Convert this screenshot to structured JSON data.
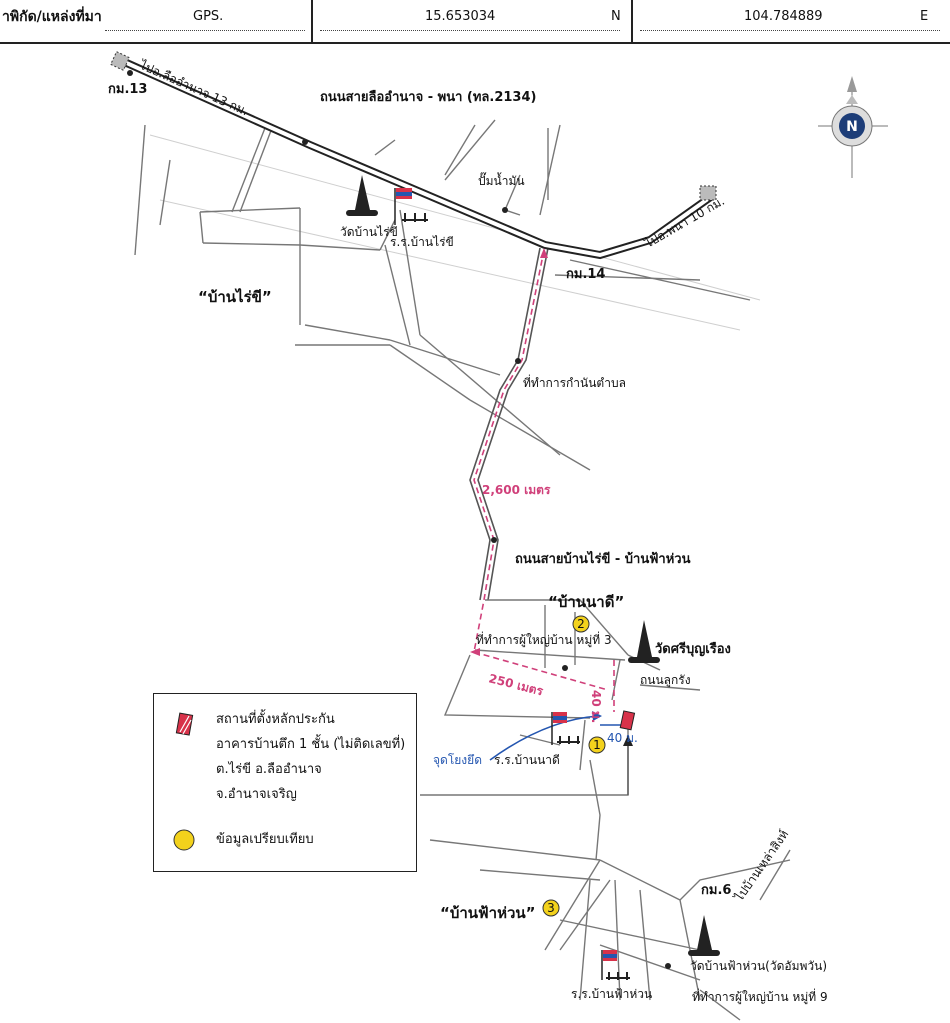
{
  "header": {
    "label": "าพิกัด/แหล่งที่มา",
    "source": "GPS.",
    "lat": "15.653034",
    "lat_dir": "N",
    "lon": "104.784889",
    "lon_dir": "E"
  },
  "map": {
    "compass": "N",
    "roads": {
      "main_road": "ถนนสายลืออำนาจ - พนา (ทล.2134)",
      "to_lueamnat": "ไปอ.ลืออำนาจ 13 กม.",
      "to_phana": "ไปอ.พนา 10 กม.",
      "km13": "กม.13",
      "km14": "กม.14",
      "secondary_road": "ถนนสายบ้านไร่ขี - บ้านฟ้าห่วน",
      "local_road": "ถนนลูกรัง",
      "km6": "กม.6",
      "to_nong_phue": "ไปบ้านเหล่าสิงห์"
    },
    "villages": {
      "rai_khi": "“บ้านไร่ขี”",
      "na_di": "“บ้านนาดี”",
      "fa_huan": "“บ้านฟ้าห่วน”"
    },
    "places": {
      "wat_rai_khi": "วัดบ้านไร่ขี",
      "school_rai_khi": "ร.ร.บ้านไร่ขี",
      "gas_station": "ปั๊มน้ำมัน",
      "kamnan_office": "ที่ทำการกำนันตำบล",
      "headman_office_3": "ที่ทำการผู้ใหญ่บ้าน หมู่ที่ 3",
      "wat_na_di": "วัดศรีบุญเรือง",
      "school_na_di": "ร.ร.บ้านนาดี",
      "landmark": "จุดโยงยึด",
      "wat_fa_huan": "วัดบ้านฟ้าห่วน(วัดอัมพวัน)",
      "school_fa_huan": "ร.ร.บ้านฟ้าห่วน",
      "headman_office_9": "ที่ทำการผู้ใหญ่บ้าน หมู่ที่ 9"
    },
    "distances": {
      "d2600": "2,600 เมตร",
      "d250": "250 เมตร",
      "d40a": "40 ม.",
      "d40b": "40 ม."
    },
    "markers": [
      "1",
      "2",
      "3"
    ]
  },
  "legend": {
    "collateral_line1": "สถานที่ตั้งหลักประกัน",
    "collateral_line2": "อาคารบ้านตึก 1 ชั้น (ไม่ติดเลขที่)",
    "collateral_line3": "ต.ไร่ขี อ.ลืออำนาจ",
    "collateral_line4": "จ.อำนาจเจริญ",
    "comparison": "ข้อมูลเปรียบเทียบ"
  },
  "colors": {
    "road": "#444444",
    "route": "#d0407a",
    "marker": "#f3d21c",
    "collateral": "#d8324a",
    "blue_arrow": "#2456b0"
  }
}
